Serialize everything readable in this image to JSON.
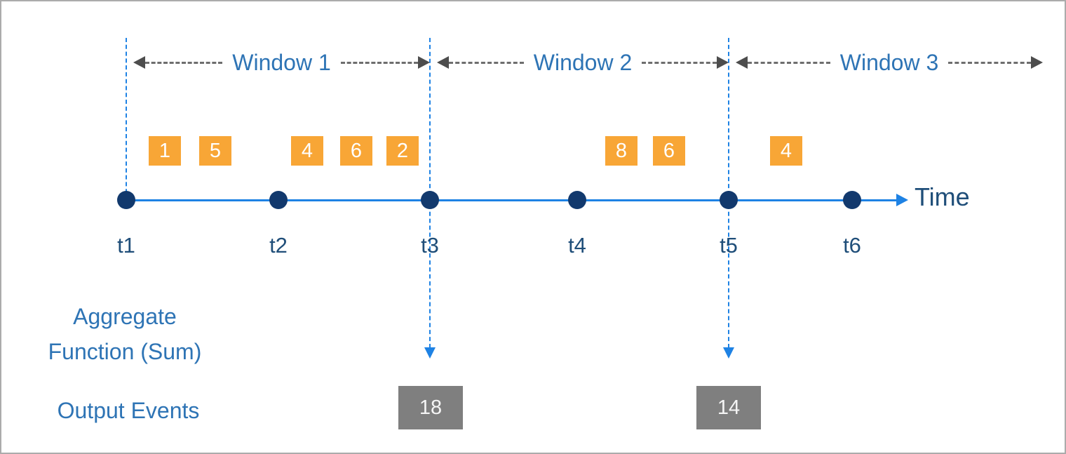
{
  "colors": {
    "accent_blue": "#1E82E4",
    "navy_dot": "#12396D",
    "steel_blue_text": "#2E74B5",
    "dark_blue_text": "#1F4E79",
    "event_orange": "#F8A636",
    "output_gray": "#7F7F7F",
    "arrow_gray": "#4D4D4D"
  },
  "windows": [
    {
      "label": "Window 1",
      "events": [
        "1",
        "5",
        "4",
        "6",
        "2"
      ]
    },
    {
      "label": "Window 2",
      "events": [
        "8",
        "6"
      ]
    },
    {
      "label": "Window 3",
      "events": [
        "4"
      ]
    }
  ],
  "timeline": {
    "axis_label": "Time",
    "ticks": [
      "t1",
      "t2",
      "t3",
      "t4",
      "t5",
      "t6"
    ]
  },
  "aggregate": {
    "label_line1": "Aggregate",
    "label_line2": "Function (Sum)"
  },
  "output": {
    "label": "Output Events",
    "events": [
      {
        "value": "18",
        "at_tick": "t3"
      },
      {
        "value": "14",
        "at_tick": "t5"
      }
    ]
  }
}
